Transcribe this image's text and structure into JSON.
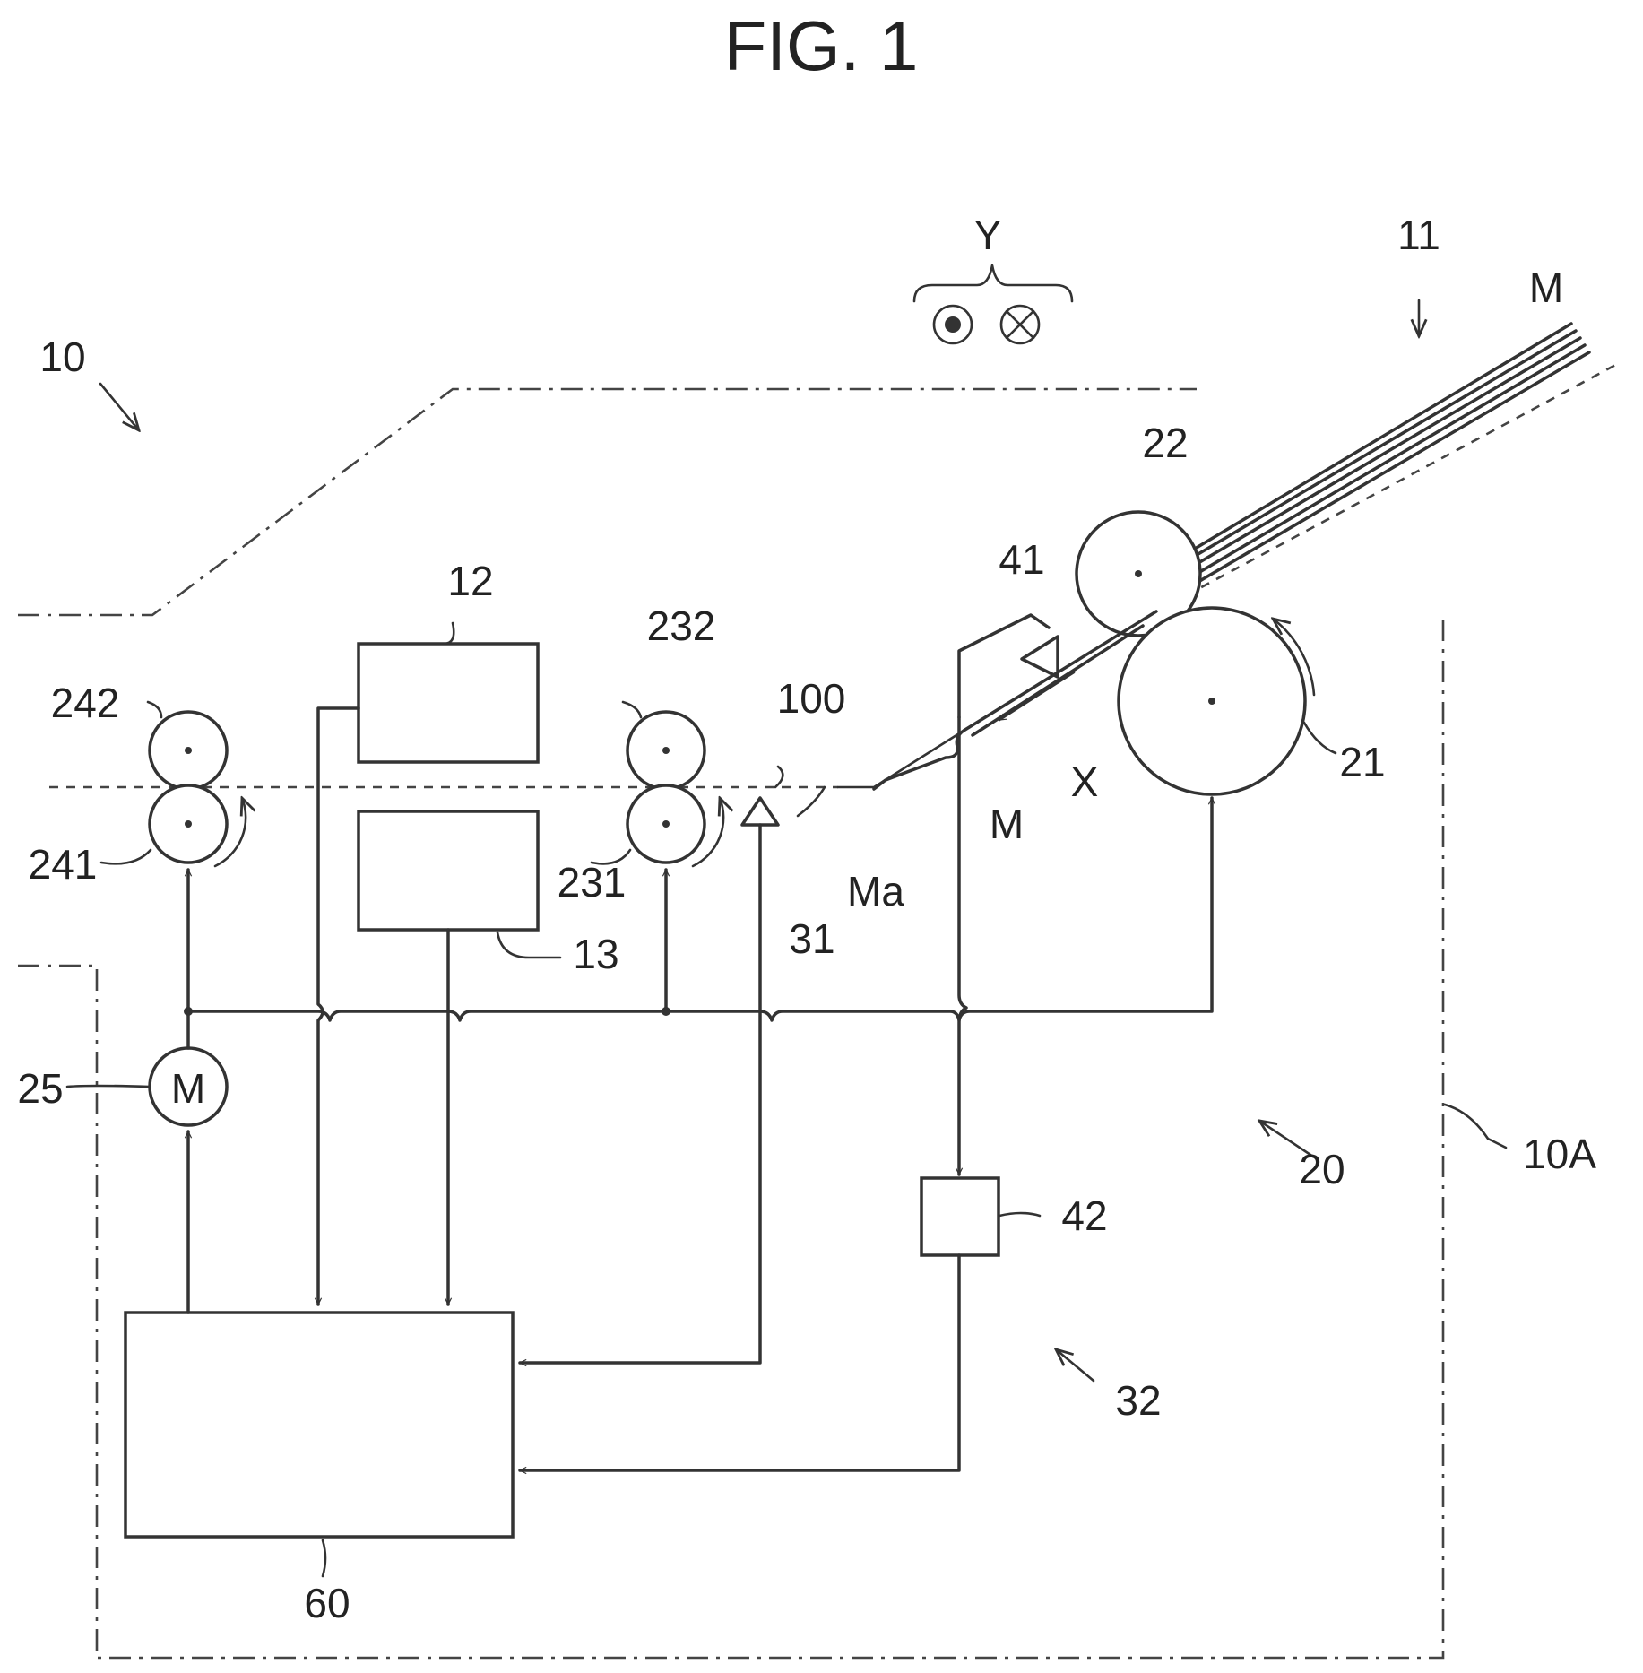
{
  "figure": {
    "title": "FIG. 1"
  },
  "labels": {
    "device": "10",
    "housing": "10A",
    "medium_supply": "11",
    "reader_upper": "12",
    "reader_lower": "13",
    "transport_unit": "20",
    "feed_roller": "21",
    "separation_roller": "22",
    "roller_231": "231",
    "roller_232": "232",
    "roller_241": "241",
    "roller_242": "242",
    "motor_ref": "25",
    "motor_symbol": "M",
    "medium_sensor": "31",
    "detection_unit": "32",
    "light_emitter": "41",
    "light_receiver": "42",
    "controller": "60",
    "transport_path": "100",
    "medium_top": "M",
    "medium_middle": "M",
    "medium_leading_edge": "Ma",
    "direction_x": "X",
    "direction_y": "Y"
  }
}
